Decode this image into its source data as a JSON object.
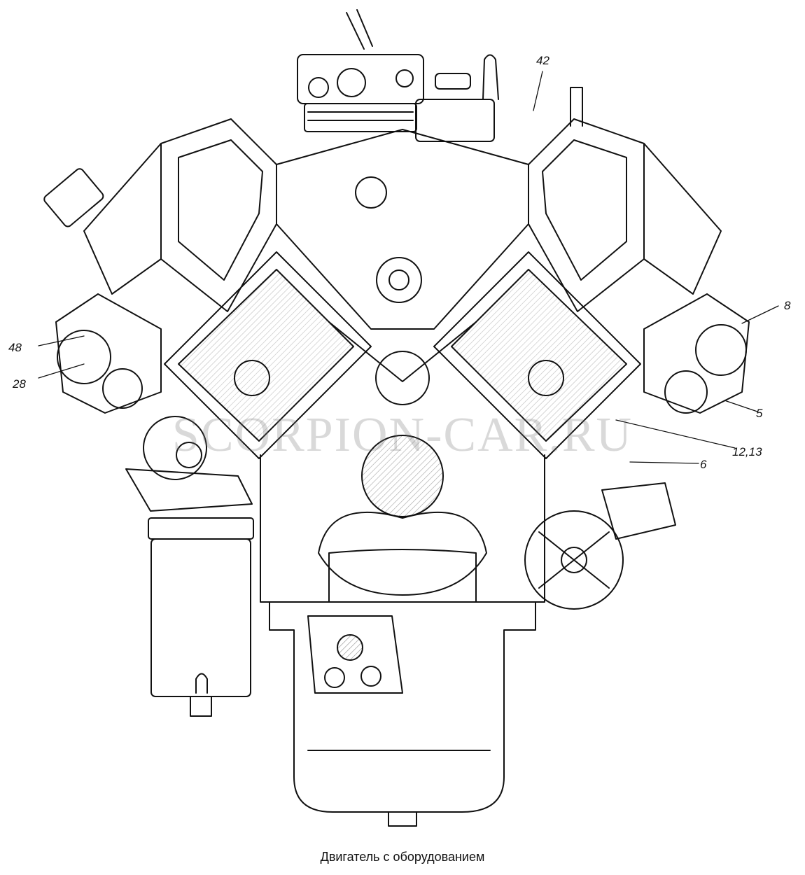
{
  "caption": "Двигатель с оборудованием",
  "watermark": "SCORPION-CAR.RU",
  "callouts": {
    "c42": "42",
    "c8": "8",
    "c48": "48",
    "c28": "28",
    "c5": "5",
    "c1213": "12,13",
    "c6": "6"
  },
  "colors": {
    "line": "#111111",
    "hatch": "#444444",
    "background": "#ffffff"
  }
}
